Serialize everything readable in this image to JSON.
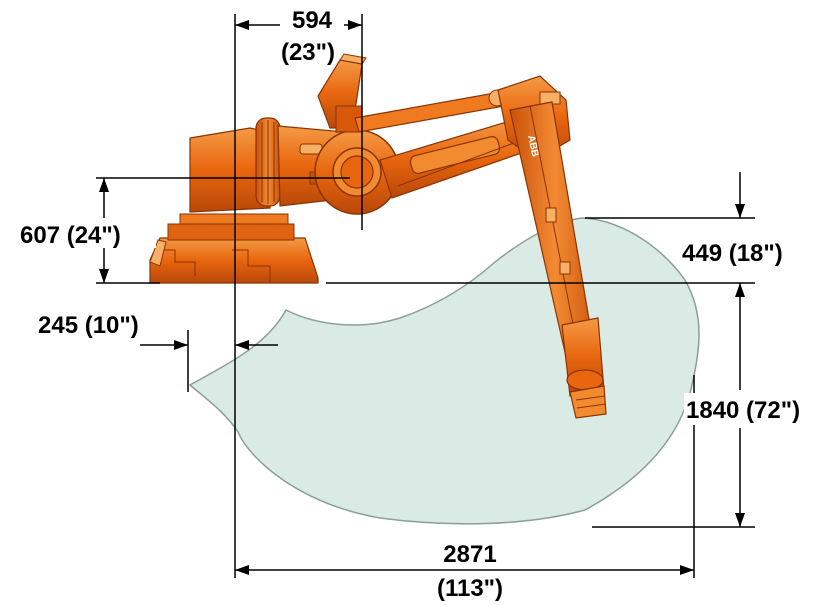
{
  "colors": {
    "robot_body": "#e8660e",
    "robot_highlight": "#f7b066",
    "robot_shadow": "#a53e05",
    "work_envelope": "#d9ebe4",
    "envelope_outline": "#8a9f96",
    "dimension_lines": "#000000"
  },
  "dimensions": {
    "top_offset": {
      "value": "594",
      "inches": "(23\")"
    },
    "base_height": {
      "label": "607 (24\")"
    },
    "near_reach": {
      "label": "245 (10\")"
    },
    "upper_gap": {
      "label": "449 (18\")"
    },
    "vertical_reach": {
      "label": "1840 (72\")"
    },
    "horizontal_reach": {
      "value": "2871",
      "inches": "(113\")"
    }
  },
  "robot": {
    "arm_logo": "ABB"
  }
}
